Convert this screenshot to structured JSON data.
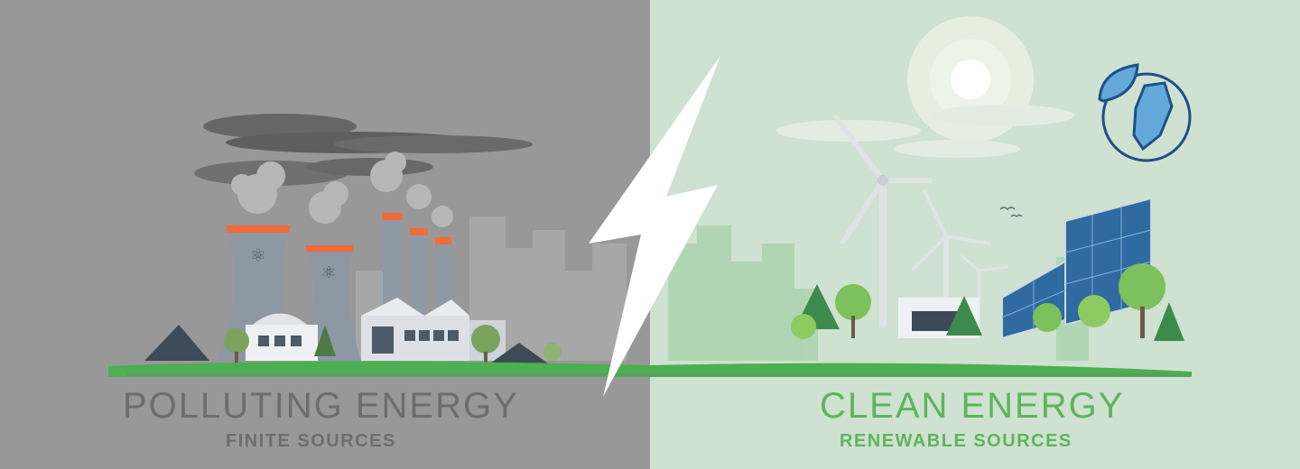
{
  "left": {
    "title": "POLLUTING ENERGY",
    "subtitle": "FINITE SOURCES",
    "color": "#6d6d6d"
  },
  "right": {
    "title": "CLEAN ENERGY",
    "subtitle": "RENEWABLE SOURCES",
    "color": "#5db55c"
  },
  "colors": {
    "left_bg": "#989898",
    "right_bg": "#cfe1d0",
    "ground": "#4caf50"
  }
}
